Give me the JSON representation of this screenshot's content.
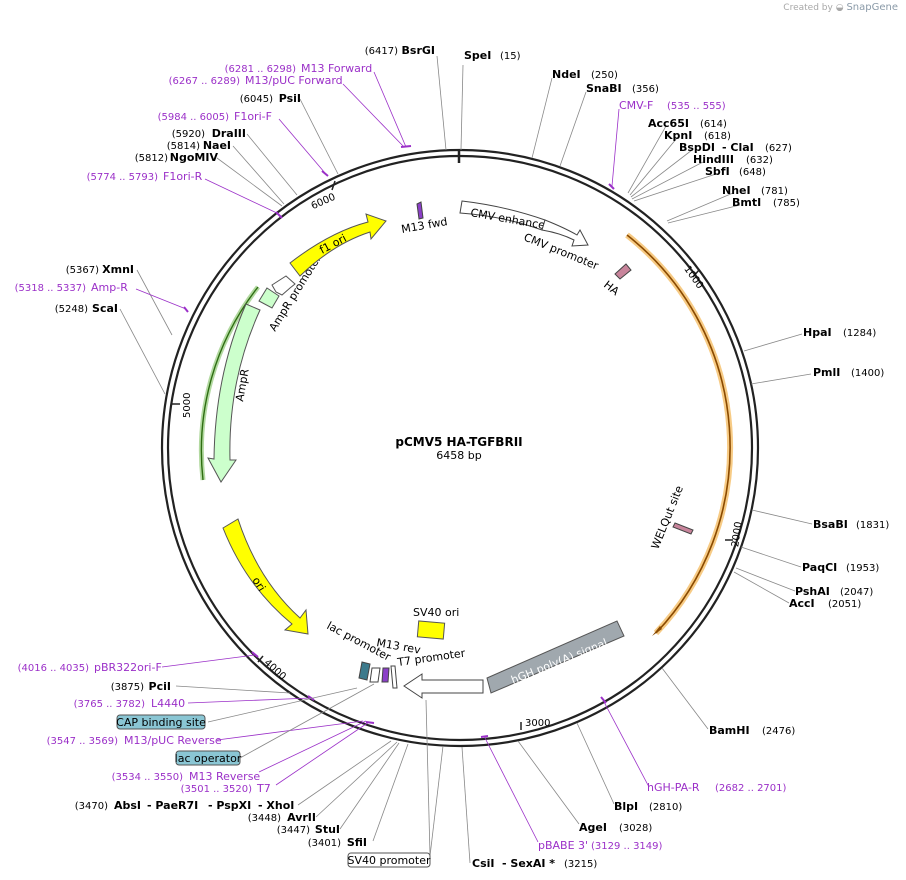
{
  "branding": {
    "created_by": "Created by",
    "app": "SnapGene"
  },
  "plasmid": {
    "name": "pCMV5 HA-TGFBRII",
    "length": "6458 bp"
  },
  "tick_labels": [
    "1000",
    "2000",
    "3000",
    "4000",
    "5000",
    "6000"
  ],
  "enzymes": [
    {
      "name": "SpeI",
      "pos": "(15)"
    },
    {
      "name": "BsrGI",
      "pos": "(6417)"
    },
    {
      "name": "NdeI",
      "pos": "(250)"
    },
    {
      "name": "SnaBI",
      "pos": "(356)"
    },
    {
      "name": "Acc65I",
      "pos": "(614)"
    },
    {
      "name": "KpnI",
      "pos": "(618)"
    },
    {
      "name": "BspDI",
      "pos": ""
    },
    {
      "name": "- ClaI",
      "pos": "(627)"
    },
    {
      "name": "HindIII",
      "pos": "(632)"
    },
    {
      "name": "SbfI",
      "pos": "(648)"
    },
    {
      "name": "NheI",
      "pos": "(781)"
    },
    {
      "name": "BmtI",
      "pos": "(785)"
    },
    {
      "name": "HpaI",
      "pos": "(1284)"
    },
    {
      "name": "PmlI",
      "pos": "(1400)"
    },
    {
      "name": "BsaBI",
      "pos": "(1831)"
    },
    {
      "name": "PaqCI",
      "pos": "(1953)"
    },
    {
      "name": "PshAI",
      "pos": "(2047)"
    },
    {
      "name": "AccI",
      "pos": "(2051)"
    },
    {
      "name": "BamHI",
      "pos": "(2476)"
    },
    {
      "name": "BlpI",
      "pos": "(2810)"
    },
    {
      "name": "AgeI",
      "pos": "(3028)"
    },
    {
      "name": "CsiI",
      "pos": ""
    },
    {
      "name": "- SexAI *",
      "pos": "(3215)"
    },
    {
      "name": "SfiI",
      "pos": "(3401)"
    },
    {
      "name": "StuI",
      "pos": "(3447)"
    },
    {
      "name": "AvrII",
      "pos": "(3448)"
    },
    {
      "name": "AbsI",
      "pos": "(3470)"
    },
    {
      "name": "- PaeR7I",
      "pos": ""
    },
    {
      "name": "- PspXI",
      "pos": ""
    },
    {
      "name": "- XhoI",
      "pos": ""
    },
    {
      "name": "PciI",
      "pos": "(3875)"
    },
    {
      "name": "ScaI",
      "pos": "(5248)"
    },
    {
      "name": "XmnI",
      "pos": "(5367)"
    },
    {
      "name": "NgoMIV",
      "pos": "(5812)"
    },
    {
      "name": "NaeI",
      "pos": "(5814)"
    },
    {
      "name": "DraIII",
      "pos": "(5920)"
    },
    {
      "name": "PsiI",
      "pos": "(6045)"
    }
  ],
  "primers": [
    {
      "name": "M13 Forward",
      "range": "(6281 .. 6298)"
    },
    {
      "name": "M13/pUC Forward",
      "range": "(6267 .. 6289)"
    },
    {
      "name": "F1ori-F",
      "range": "(5984 .. 6005)"
    },
    {
      "name": "F1ori-R",
      "range": "(5774 .. 5793)"
    },
    {
      "name": "Amp-R",
      "range": "(5318 .. 5337)"
    },
    {
      "name": "CMV-F",
      "range": "(535 .. 555)"
    },
    {
      "name": "hGH-PA-R",
      "range": "(2682 .. 2701)"
    },
    {
      "name": "pBABE 3'",
      "range": "(3129 .. 3149)"
    },
    {
      "name": "T7",
      "range": "(3501 .. 3520)"
    },
    {
      "name": "M13 Reverse",
      "range": "(3534 .. 3550)"
    },
    {
      "name": "M13/pUC Reverse",
      "range": "(3547 .. 3569)"
    },
    {
      "name": "L4440",
      "range": "(3765 .. 3782)"
    },
    {
      "name": "pBR322ori-F",
      "range": "(4016 .. 4035)"
    }
  ],
  "features": [
    {
      "name": "CMV enhancer"
    },
    {
      "name": "CMV promoter"
    },
    {
      "name": "HA"
    },
    {
      "name": "WELQut site"
    },
    {
      "name": "hGH poly(A) signal"
    },
    {
      "name": "SV40 ori"
    },
    {
      "name": "T7 promoter"
    },
    {
      "name": "M13 rev"
    },
    {
      "name": "lac promoter"
    },
    {
      "name": "ori"
    },
    {
      "name": "AmpR"
    },
    {
      "name": "AmpR promoter"
    },
    {
      "name": "f1 ori"
    },
    {
      "name": "M13 fwd"
    },
    {
      "name": "CAP binding site"
    },
    {
      "name": "lac operator"
    },
    {
      "name": "SV40 promoter"
    }
  ],
  "colors": {
    "backbone": "#222222",
    "primer": "#9b30c8",
    "insert": "#f0a020",
    "promoter_fill": "#ffffff",
    "origin": "#ffff00",
    "ampr": "#ccffcc",
    "polya": "#a0a8ae",
    "ha": "#c8849b",
    "lac_operator": "#8ac6d4",
    "cap_site": "#8ac6d4"
  }
}
